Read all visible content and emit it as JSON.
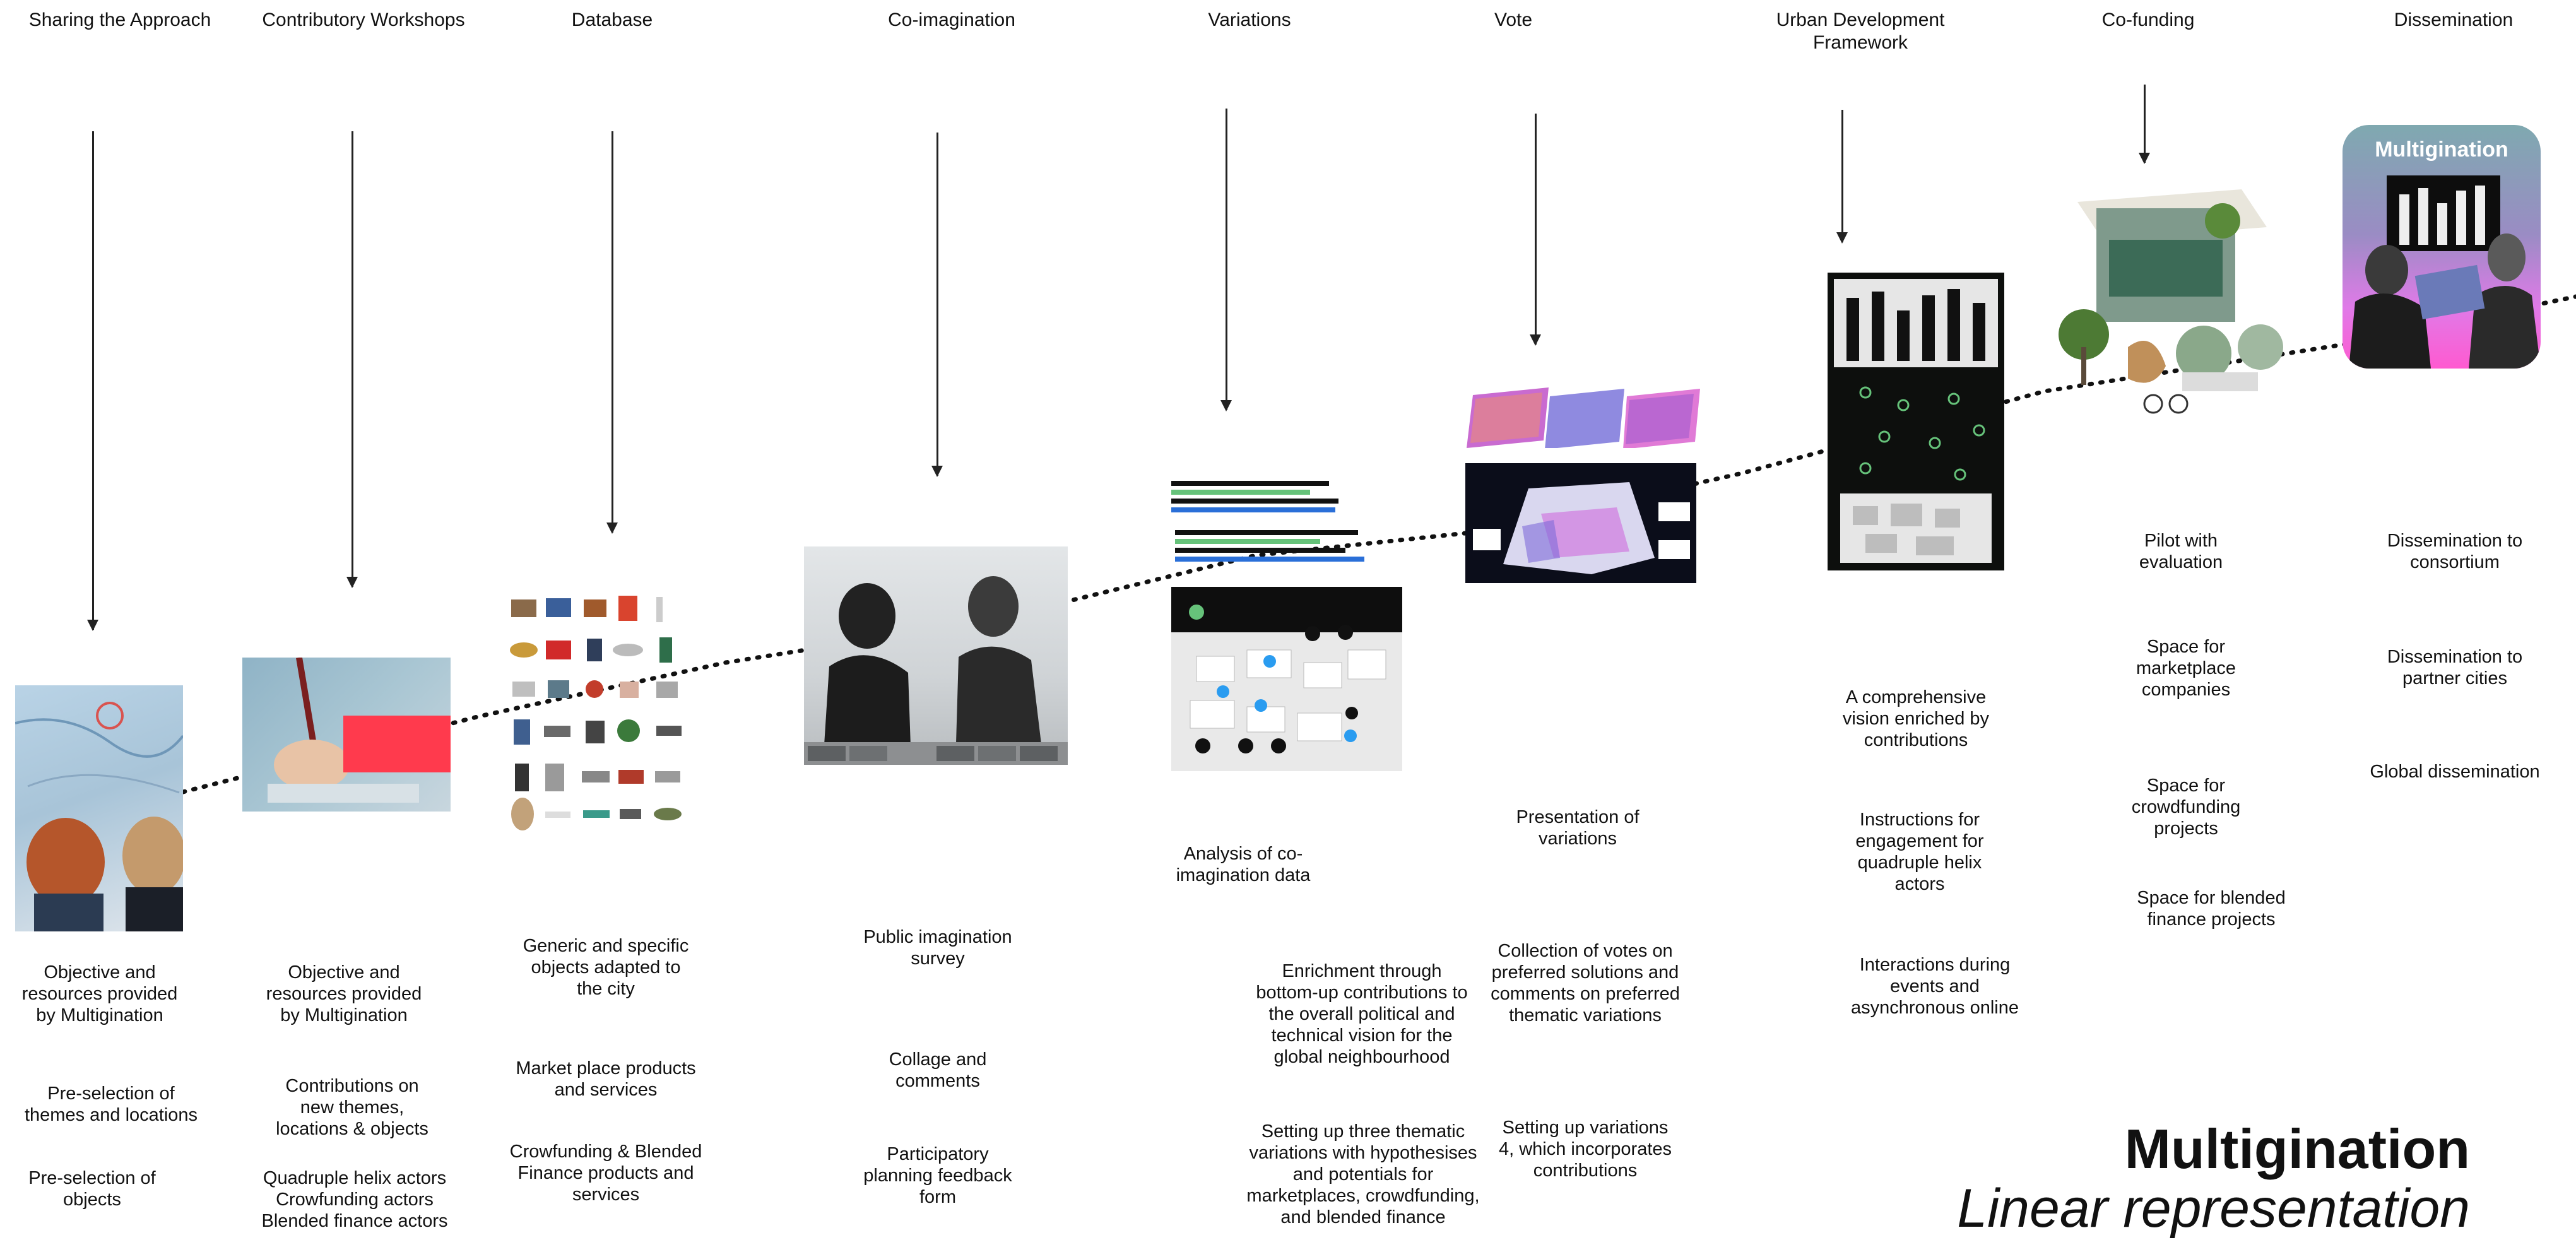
{
  "stages": [
    {
      "title": "Sharing the Approach"
    },
    {
      "title": "Contributory Workshops"
    },
    {
      "title": "Database"
    },
    {
      "title": "Co-imagination"
    },
    {
      "title": "Variations"
    },
    {
      "title": "Vote"
    },
    {
      "title": "Urban Development\nFramework"
    },
    {
      "title": "Co-funding"
    },
    {
      "title": "Dissemination"
    }
  ],
  "texts": {
    "s1_1": "Objective and\nresources provided\nby Multigination",
    "s1_2": "Pre-selection of\nthemes and locations",
    "s1_3": "Pre-selection of\nobjects",
    "s2_1": "Objective and\nresources provided\nby Multigination",
    "s2_2": "Contributions on\nnew themes,\nlocations & objects",
    "s2_3": "Quadruple helix actors\nCrowfunding actors\nBlended finance actors",
    "s3_1": "Generic and specific\nobjects adapted to\nthe city",
    "s3_2": "Market place products\nand services",
    "s3_3": "Crowfunding & Blended\nFinance products and\nservices",
    "s4_1": "Public imagination\nsurvey",
    "s4_2": "Collage and\ncomments",
    "s4_3": "Participatory\nplanning feedback\nform",
    "s5_1": "Analysis of co-\nimagination data",
    "s5_2": "Enrichment through\nbottom-up contributions to\nthe overall political and\ntechnical vision for the\nglobal neighbourhood",
    "s5_3": "Setting up three thematic\nvariations with hypothesises\nand potentials for\nmarketplaces, crowdfunding,\nand blended finance",
    "s6_1": "Presentation of\nvariations",
    "s6_2": "Collection of votes on\npreferred solutions and\ncomments on preferred\nthematic variations",
    "s6_3": "Setting up variations\n4, which incorporates\ncontributions",
    "s7_1": "A comprehensive\nvision enriched by\ncontributions",
    "s7_2": "Instructions for\nengagement for\nquadruple helix\nactors",
    "s7_3": "Interactions during\nevents and\nasynchronous online",
    "s8_1": "Pilot with\nevaluation",
    "s8_2": "Space for\nmarketplace\ncompanies",
    "s8_3": "Space for\ncrowdfunding\nprojects",
    "s8_4": "Space for blended\nfinance projects",
    "s9_1": "Dissemination to\nconsortium",
    "s9_2": "Dissemination to\npartner cities",
    "s9_3": "Global dissemination"
  },
  "chip_label": "Multigination",
  "brand": {
    "title": "Multigination",
    "subtitle": "Linear representation"
  },
  "colors": {
    "accent_pink": "#ff4fa3",
    "accent_teal": "#7fa9b0",
    "green": "#66c27a",
    "blue": "#2a6fd8"
  }
}
